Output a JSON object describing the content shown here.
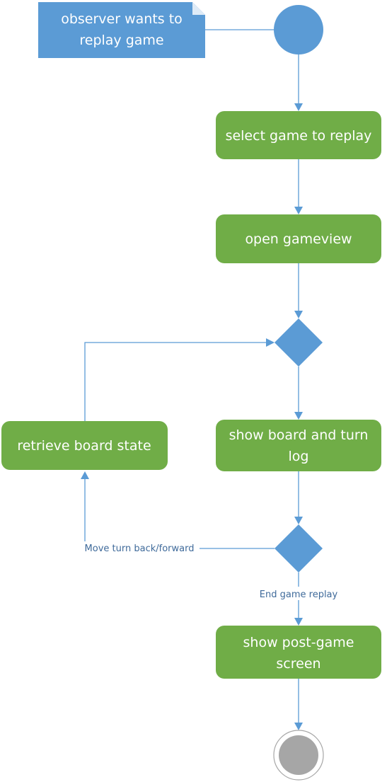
{
  "note": {
    "lines": [
      "observer wants to",
      "replay game"
    ]
  },
  "actions": {
    "select_game": [
      "select game to replay"
    ],
    "open_gameview": [
      "open gameview"
    ],
    "show_board": [
      "show board and turn",
      "log"
    ],
    "retrieve_state": [
      "retrieve board state"
    ],
    "post_game": [
      "show post-game",
      "screen"
    ]
  },
  "guards": {
    "move_turn": "Move turn back/forward",
    "end_replay": "End game replay"
  },
  "colors": {
    "action_fill": "#70ad47",
    "node_fill": "#5b9bd5",
    "flow_line": "#5b9bd5",
    "guard_text": "#3f6a9a",
    "final_fill": "#a6a6a6"
  }
}
